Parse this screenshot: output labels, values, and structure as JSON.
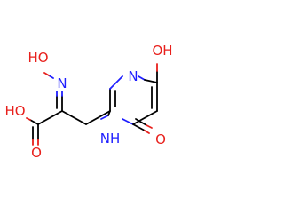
{
  "molecule": {
    "atoms": [
      {
        "id": "O_ring_OH",
        "label": "OH",
        "element": "O"
      },
      {
        "id": "N3",
        "label": "N",
        "element": "N"
      },
      {
        "id": "N_oxime",
        "label": "N",
        "element": "N"
      },
      {
        "id": "O_oxime",
        "label": "HO",
        "element": "O"
      },
      {
        "id": "O_acid_OH",
        "label": "HO",
        "element": "O"
      },
      {
        "id": "O_acid_dbl",
        "label": "O",
        "element": "O"
      },
      {
        "id": "N1H",
        "label": "NH",
        "element": "N"
      },
      {
        "id": "O_carbonyl",
        "label": "O",
        "element": "O"
      }
    ]
  },
  "colors": {
    "bond": "#000000",
    "oxygen": "#e8201c",
    "nitrogen": "#1f1fff",
    "background": "#ffffff"
  }
}
